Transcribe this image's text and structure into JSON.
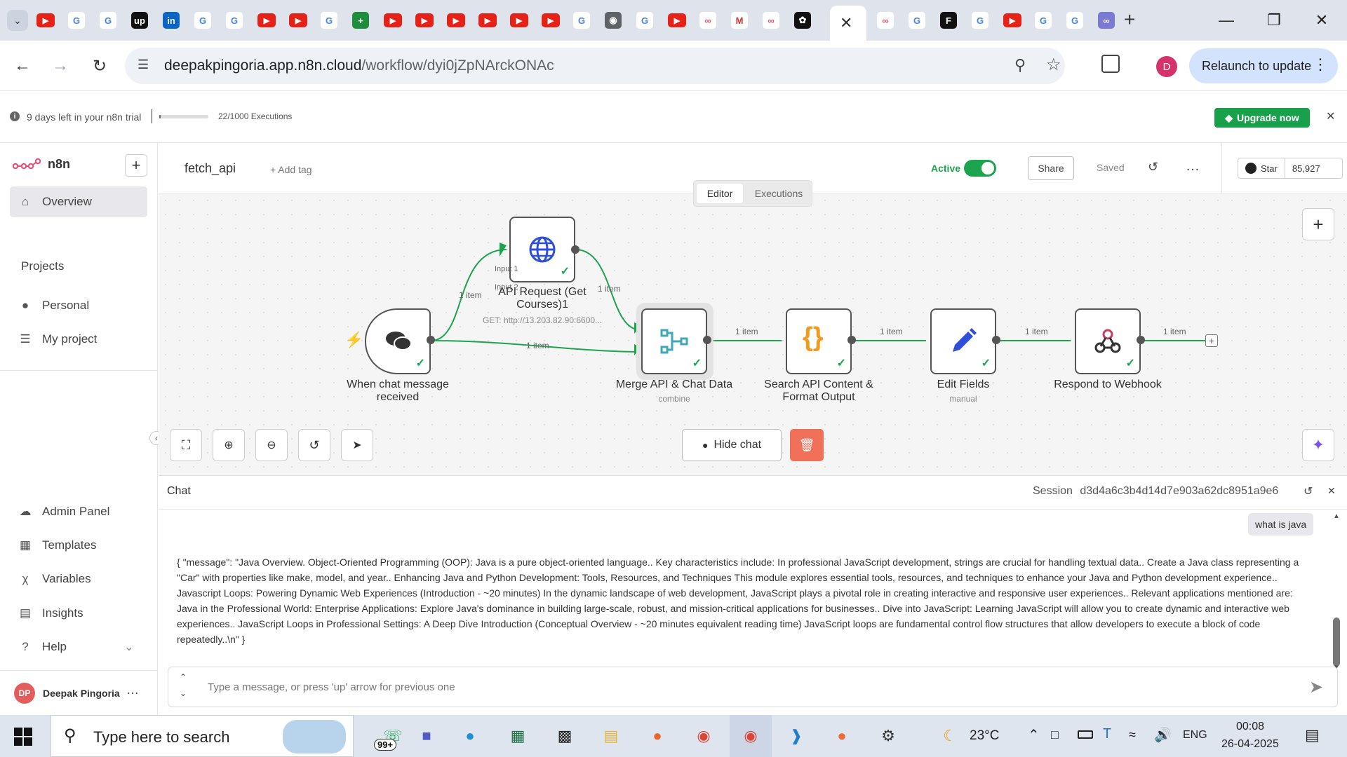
{
  "browser": {
    "url_host": "deepakpingoria.app.n8n.cloud",
    "url_path": "/workflow/dyi0jZpNArckONAc",
    "relaunch_label": "Relaunch to update",
    "profile_initial": "D"
  },
  "trial": {
    "days_left": "9 days left in your n8n trial",
    "executions": "22/1000 Executions",
    "executions_fraction": 0.022,
    "upgrade_label": "Upgrade now"
  },
  "sidebar": {
    "brand": "n8n",
    "overview": "Overview",
    "projects_heading": "Projects",
    "personal": "Personal",
    "my_project": "My project",
    "admin_panel": "Admin Panel",
    "templates": "Templates",
    "variables": "Variables",
    "insights": "Insights",
    "help": "Help",
    "user_initials": "DP",
    "user_name": "Deepak Pingoria"
  },
  "header": {
    "workflow_name": "fetch_api",
    "add_tag": "+ Add tag",
    "active_label": "Active",
    "share_label": "Share",
    "saved_label": "Saved",
    "star_label": "Star",
    "star_count": "85,927",
    "tabs": {
      "editor": "Editor",
      "executions": "Executions"
    }
  },
  "workflow": {
    "nodes": {
      "chat_trigger": {
        "label": "When chat message received"
      },
      "api_request": {
        "label": "API Request (Get Courses)1",
        "sub": "GET: http://13.203.82.90:6600..."
      },
      "merge": {
        "label": "Merge API & Chat Data",
        "sub": "combine",
        "input1": "Input 1",
        "input2": "Input 2"
      },
      "search": {
        "label": "Search API Content & Format Output"
      },
      "edit_fields": {
        "label": "Edit Fields",
        "sub": "manual"
      },
      "respond": {
        "label": "Respond to Webhook"
      }
    },
    "connection_label": "1 item"
  },
  "canvas_controls": {
    "hide_chat": "Hide chat"
  },
  "chat": {
    "title": "Chat",
    "session_label": "Session",
    "session_id": "d3d4a6c3b4d14d7e903a62dc8951a9e6",
    "user_message": "what is java",
    "bot_message": "{ \"message\": \"Java Overview. Object-Oriented Programming (OOP): Java is a pure object-oriented language.. Key characteristics include: In professional JavaScript development, strings are crucial for handling textual data.. Create a Java class representing a \"Car\" with properties like make, model, and year.. Enhancing Java and Python Development: Tools, Resources, and Techniques This module explores essential tools, resources, and techniques to enhance your Java and Python development experience.. Javascript Loops: Powering Dynamic Web Experiences (Introduction - ~20 minutes) In the dynamic landscape of web development, JavaScript plays a pivotal role in creating interactive and responsive user experiences.. Relevant applications mentioned are: Java in the Professional World: Enterprise Applications: Explore Java's dominance in building large-scale, robust, and mission-critical applications for businesses.. Dive into JavaScript: Learning JavaScript will allow you to create dynamic and interactive web experiences.. JavaScript Loops in Professional Settings: A Deep Dive Introduction (Conceptual Overview - ~20 minutes equivalent reading time) JavaScript loops are fundamental control flow structures that allow developers to execute a block of code repeatedly..\\n\" }",
    "input_placeholder": "Type a message, or press 'up' arrow for previous one"
  },
  "taskbar": {
    "search_placeholder": "Type here to search",
    "whatsapp_badge": "99+",
    "temperature": "23°C",
    "language": "ENG",
    "time": "00:08",
    "date": "26-04-2025"
  },
  "colors": {
    "accent_orange": "#ea4b71",
    "green": "#1da44f",
    "connection": "#1da44f",
    "delete_red": "#f0705a"
  }
}
